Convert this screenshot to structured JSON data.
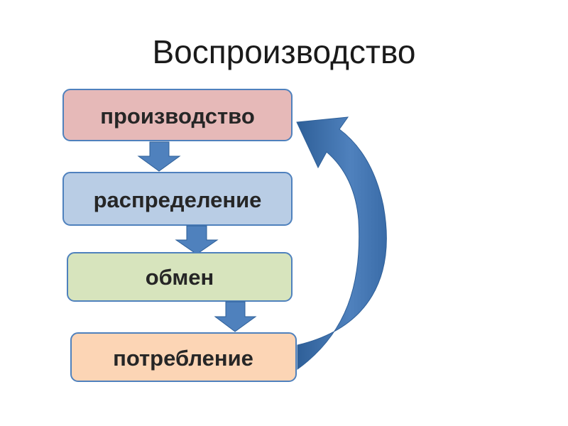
{
  "title": "Воспроизводство",
  "steps": [
    {
      "label": "производство",
      "fill": "#e6b9b8",
      "stroke": "#4f81bd"
    },
    {
      "label": "распределение",
      "fill": "#b9cde5",
      "stroke": "#4f81bd"
    },
    {
      "label": "обмен",
      "fill": "#d7e4bd",
      "stroke": "#4f81bd"
    },
    {
      "label": "потребление",
      "fill": "#fcd5b5",
      "stroke": "#4f81bd"
    }
  ],
  "colors": {
    "arrow": "#4f81bd",
    "arrow_dark": "#2e5f98"
  }
}
